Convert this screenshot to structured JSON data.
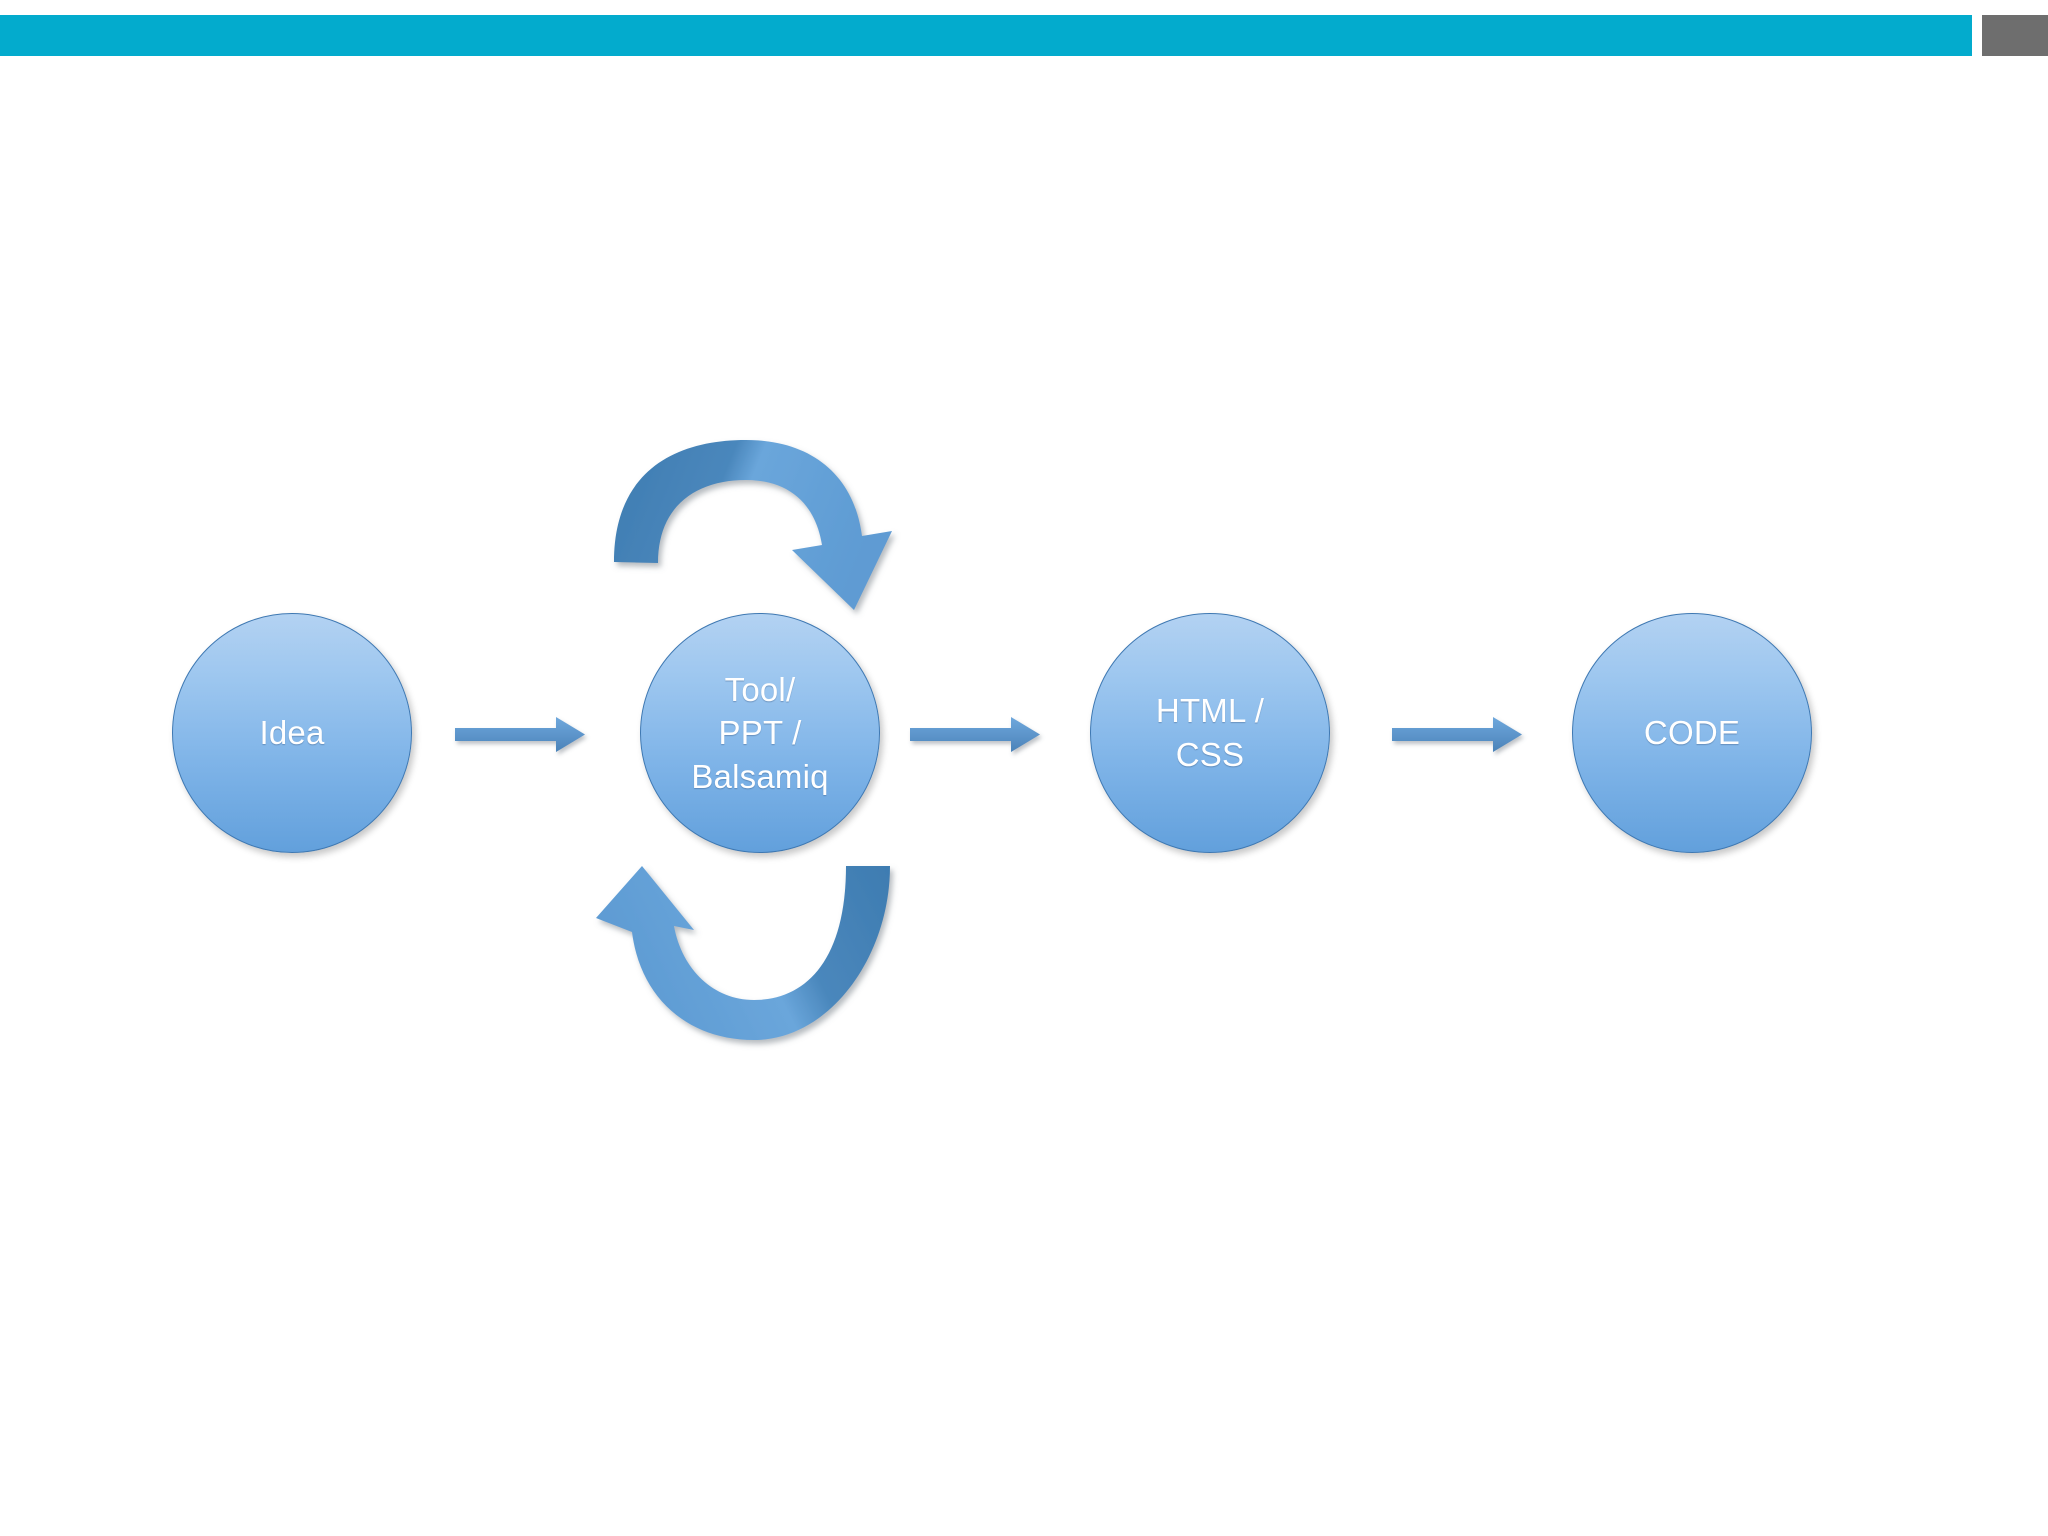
{
  "slide": {
    "background_color": "#FFFFFF",
    "top_band": {
      "name": "decorative-band",
      "color": "#03ABCD",
      "accent_color": "#6E6E6E"
    }
  },
  "diagram": {
    "type": "process-flow",
    "title": "",
    "node_fill_top": "#B3D2F2",
    "node_fill_bottom": "#62A0DC",
    "node_border_color": "#3E78B2",
    "node_text_color": "#FFFFFF",
    "arrow_color": "#5B9BD5",
    "arrow_color_dark": "#3E7CB1",
    "nodes": [
      {
        "id": "idea",
        "label": "Idea"
      },
      {
        "id": "tool",
        "label": "Tool/\nPPT /\nBalsamiq"
      },
      {
        "id": "htmlcss",
        "label": "HTML /\nCSS"
      },
      {
        "id": "code",
        "label": "CODE"
      }
    ],
    "connectors": [
      {
        "id": "idea-to-tool",
        "from": "idea",
        "to": "tool",
        "style": "straight-right"
      },
      {
        "id": "tool-to-htmlcss",
        "from": "tool",
        "to": "htmlcss",
        "style": "straight-right"
      },
      {
        "id": "htmlcss-to-code",
        "from": "htmlcss",
        "to": "code",
        "style": "straight-right"
      }
    ],
    "feedback_arrows": [
      {
        "id": "iterate-top",
        "style": "curved-clockwise-over",
        "direction": "down-right"
      },
      {
        "id": "iterate-bottom",
        "style": "curved-clockwise-under",
        "direction": "up-left"
      }
    ]
  }
}
